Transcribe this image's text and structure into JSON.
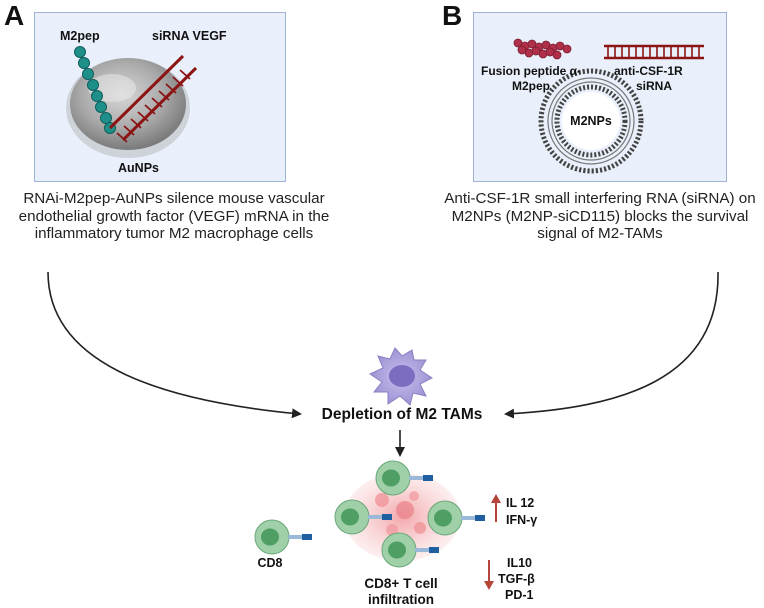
{
  "panel_a": {
    "letter": "A",
    "labels": {
      "peptide": "M2pep",
      "sirna": "siRNA VEGF",
      "particle": "AuNPs"
    },
    "caption": "RNAi-M2pep-AuNPs silence mouse vascular endothelial growth factor (VEGF) mRNA in the inflammatory tumor M2 macrophage cells"
  },
  "panel_b": {
    "letter": "B",
    "labels": {
      "peptide_line1": "Fusion peptide α-",
      "peptide_line2": "M2pep",
      "sirna_line1": "anti-CSF-1R",
      "sirna_line2": "siRNA",
      "particle": "M2NPs"
    },
    "caption": "Anti-CSF-1R small interfering RNA (siRNA) on M2NPs (M2NP-siCD115) blocks the survival signal of M2-TAMs"
  },
  "center": {
    "depletion_label": "Depletion of M2 TAMs",
    "cd8_label": "CD8",
    "tcell_label_line1": "CD8+ T cell",
    "tcell_label_line2": "infiltration"
  },
  "cytokines": {
    "up": [
      "IL 12",
      "IFN-γ"
    ],
    "down": [
      "IL10",
      "TGF-β",
      "PD-1"
    ]
  },
  "colors": {
    "panel_bg": "#eaf0fb",
    "panel_border": "#9fb3d9",
    "peptide_teal": "#1f8f8a",
    "sirna_red": "#8c1414",
    "fusion_peptide": "#b0304a",
    "tcell_green": "#7fbf8f",
    "macrophage_purple": "#a79bd6",
    "up_arrow": "#b5443a",
    "down_arrow": "#b5443a"
  }
}
